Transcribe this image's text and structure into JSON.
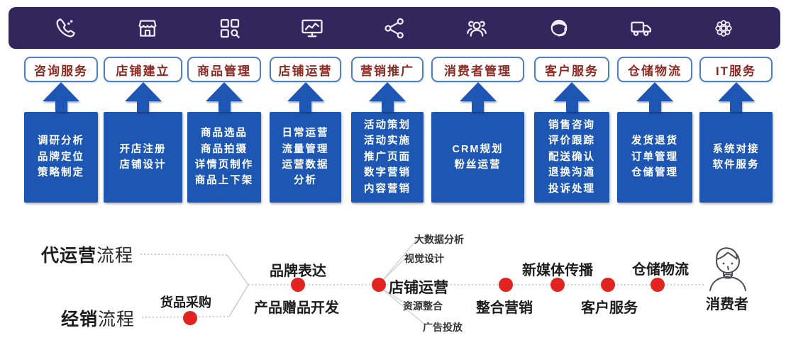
{
  "colors": {
    "topbar_bg": "#33265c",
    "panel_blue": "#1d57b3",
    "label_border_blue": "#4d7fc3",
    "label_text_red": "#8a2a22",
    "dot_red": "#e12420",
    "line_gray": "#c3c3c3"
  },
  "topbar": {
    "icons": [
      "phone-call-icon",
      "storefront-icon",
      "grid-search-icon",
      "monitor-chart-icon",
      "share-icon",
      "people-group-icon",
      "headset-agent-icon",
      "truck-icon",
      "gear-flower-icon"
    ]
  },
  "services": [
    {
      "label": "咨询服务",
      "details": [
        "调研分析",
        "品牌定位",
        "策略制定"
      ]
    },
    {
      "label": "店铺建立",
      "details": [
        "开店注册",
        "店铺设计"
      ]
    },
    {
      "label": "商品管理",
      "details": [
        "商品选品",
        "商品拍摄",
        "详情页制作",
        "商品上下架"
      ]
    },
    {
      "label": "店铺运营",
      "details": [
        "日常运营",
        "流量管理",
        "运营数据",
        "分析"
      ]
    },
    {
      "label": "营销推广",
      "details": [
        "活动策划",
        "活动实施",
        "推广页面",
        "数字营销",
        "内容营销"
      ]
    },
    {
      "label": "消费者管理",
      "details": [
        "CRM规划",
        "粉丝运营"
      ]
    },
    {
      "label": "客户服务",
      "details": [
        "销售咨询",
        "评价跟踪",
        "配送确认",
        "退换沟通",
        "投诉处理"
      ]
    },
    {
      "label": "仓储物流",
      "details": [
        "发货退货",
        "订单管理",
        "仓储管理"
      ]
    },
    {
      "label": "IT服务",
      "details": [
        "系统对接",
        "软件服务"
      ]
    }
  ],
  "flow": {
    "lanes": [
      {
        "bold": "代运营",
        "rest": "流程"
      },
      {
        "bold": "经销",
        "rest": "流程"
      }
    ],
    "procurement": "货品采购",
    "brand_expression": "品牌表达",
    "product_gift_dev": "产品赠品开发",
    "store_operation": "店铺运营",
    "sub_labels": [
      "大数据分析",
      "视觉设计",
      "资源整合",
      "广告投放"
    ],
    "integrated_marketing": "整合营销",
    "new_media": "新媒体传播",
    "customer_service": "客户服务",
    "warehouse_logistics": "仓储物流",
    "consumer": "消费者"
  }
}
